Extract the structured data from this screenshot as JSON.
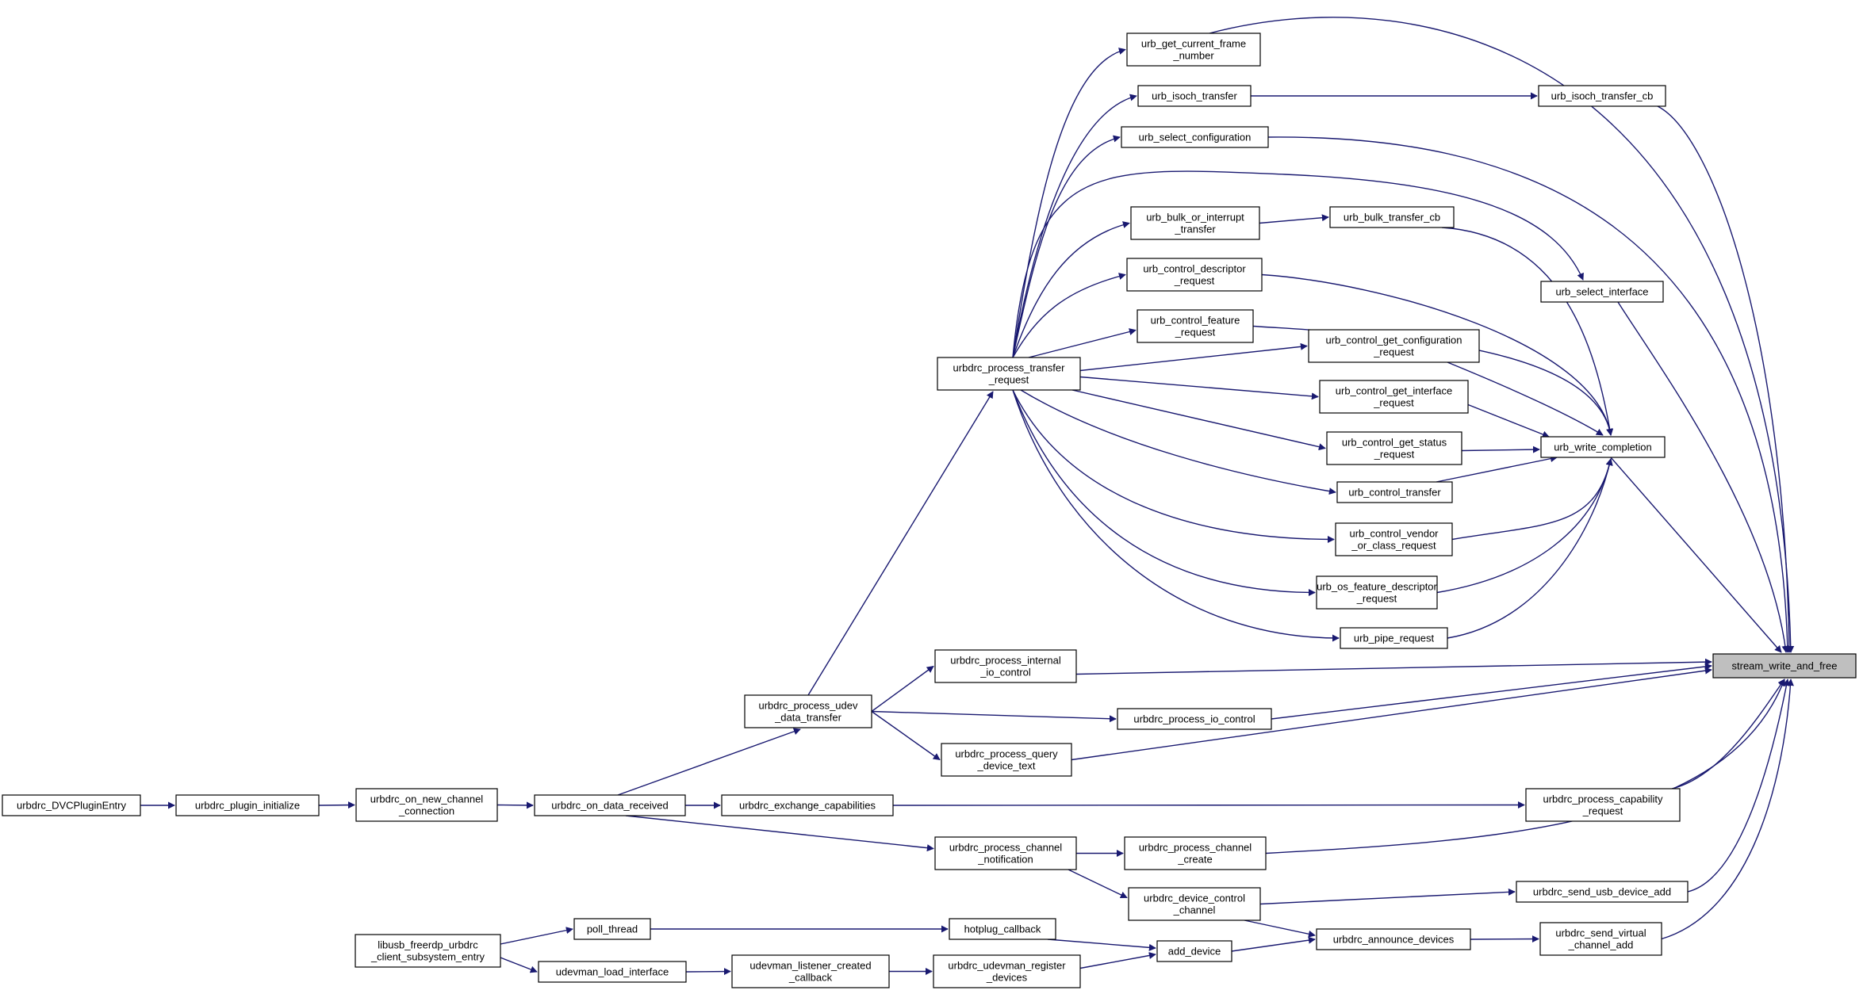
{
  "graph": {
    "nodes": [
      {
        "id": "stream_write_and_free",
        "lines": [
          "stream_write_and_free"
        ]
      },
      {
        "id": "urb_get_current_frame_number",
        "lines": [
          "urb_get_current_frame",
          "_number"
        ]
      },
      {
        "id": "urb_isoch_transfer",
        "lines": [
          "urb_isoch_transfer"
        ]
      },
      {
        "id": "urb_isoch_transfer_cb",
        "lines": [
          "urb_isoch_transfer_cb"
        ]
      },
      {
        "id": "urb_select_configuration",
        "lines": [
          "urb_select_configuration"
        ]
      },
      {
        "id": "urb_bulk_or_interrupt_transfer",
        "lines": [
          "urb_bulk_or_interrupt",
          "_transfer"
        ]
      },
      {
        "id": "urb_bulk_transfer_cb",
        "lines": [
          "urb_bulk_transfer_cb"
        ]
      },
      {
        "id": "urb_select_interface",
        "lines": [
          "urb_select_interface"
        ]
      },
      {
        "id": "urb_control_descriptor_request",
        "lines": [
          "urb_control_descriptor",
          "_request"
        ]
      },
      {
        "id": "urb_control_feature_request",
        "lines": [
          "urb_control_feature",
          "_request"
        ]
      },
      {
        "id": "urb_control_get_configuration_request",
        "lines": [
          "urb_control_get_configuration",
          "_request"
        ]
      },
      {
        "id": "urbdrc_process_transfer_request",
        "lines": [
          "urbdrc_process_transfer",
          "_request"
        ]
      },
      {
        "id": "urb_control_get_interface_request",
        "lines": [
          "urb_control_get_interface",
          "_request"
        ]
      },
      {
        "id": "urb_control_get_status_request",
        "lines": [
          "urb_control_get_status",
          "_request"
        ]
      },
      {
        "id": "urb_write_completion",
        "lines": [
          "urb_write_completion"
        ]
      },
      {
        "id": "urb_control_transfer",
        "lines": [
          "urb_control_transfer"
        ]
      },
      {
        "id": "urb_control_vendor_or_class_request",
        "lines": [
          "urb_control_vendor",
          "_or_class_request"
        ]
      },
      {
        "id": "urb_os_feature_descriptor_request",
        "lines": [
          "urb_os_feature_descriptor",
          "_request"
        ]
      },
      {
        "id": "urb_pipe_request",
        "lines": [
          "urb_pipe_request"
        ]
      },
      {
        "id": "urbdrc_process_internal_io_control",
        "lines": [
          "urbdrc_process_internal",
          "_io_control"
        ]
      },
      {
        "id": "urbdrc_process_udev_data_transfer",
        "lines": [
          "urbdrc_process_udev",
          "_data_transfer"
        ]
      },
      {
        "id": "urbdrc_process_io_control",
        "lines": [
          "urbdrc_process_io_control"
        ]
      },
      {
        "id": "urbdrc_process_query_device_text",
        "lines": [
          "urbdrc_process_query",
          "_device_text"
        ]
      },
      {
        "id": "urbdrc_DVCPluginEntry",
        "lines": [
          "urbdrc_DVCPluginEntry"
        ]
      },
      {
        "id": "urbdrc_plugin_initialize",
        "lines": [
          "urbdrc_plugin_initialize"
        ]
      },
      {
        "id": "urbdrc_on_new_channel_connection",
        "lines": [
          "urbdrc_on_new_channel",
          "_connection"
        ]
      },
      {
        "id": "urbdrc_on_data_received",
        "lines": [
          "urbdrc_on_data_received"
        ]
      },
      {
        "id": "urbdrc_exchange_capabilities",
        "lines": [
          "urbdrc_exchange_capabilities"
        ]
      },
      {
        "id": "urbdrc_process_capability_request",
        "lines": [
          "urbdrc_process_capability",
          "_request"
        ]
      },
      {
        "id": "urbdrc_process_channel_notification",
        "lines": [
          "urbdrc_process_channel",
          "_notification"
        ]
      },
      {
        "id": "urbdrc_process_channel_create",
        "lines": [
          "urbdrc_process_channel",
          "_create"
        ]
      },
      {
        "id": "urbdrc_device_control_channel",
        "lines": [
          "urbdrc_device_control",
          "_channel"
        ]
      },
      {
        "id": "urbdrc_send_usb_device_add",
        "lines": [
          "urbdrc_send_usb_device_add"
        ]
      },
      {
        "id": "poll_thread",
        "lines": [
          "poll_thread"
        ]
      },
      {
        "id": "hotplug_callback",
        "lines": [
          "hotplug_callback"
        ]
      },
      {
        "id": "libusb_freerdp_urbdrc_client_subsystem_entry",
        "lines": [
          "libusb_freerdp_urbdrc",
          "_client_subsystem_entry"
        ]
      },
      {
        "id": "add_device",
        "lines": [
          "add_device"
        ]
      },
      {
        "id": "urbdrc_announce_devices",
        "lines": [
          "urbdrc_announce_devices"
        ]
      },
      {
        "id": "urbdrc_send_virtual_channel_add",
        "lines": [
          "urbdrc_send_virtual",
          "_channel_add"
        ]
      },
      {
        "id": "udevman_load_interface",
        "lines": [
          "udevman_load_interface"
        ]
      },
      {
        "id": "udevman_listener_created_callback",
        "lines": [
          "udevman_listener_created",
          "_callback"
        ]
      },
      {
        "id": "urbdrc_udevman_register_devices",
        "lines": [
          "urbdrc_udevman_register",
          "_devices"
        ]
      }
    ]
  }
}
